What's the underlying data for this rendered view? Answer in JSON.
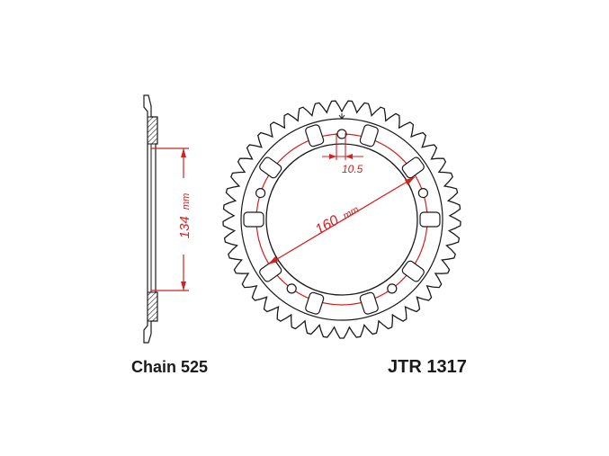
{
  "colors": {
    "outline": "#1a1a1a",
    "dimension": "#d42020",
    "hatch": "#1a1a1a"
  },
  "sprocket": {
    "teeth": 45,
    "bolt_holes": 5,
    "windows": 10
  },
  "dimensions": {
    "side_height": "134",
    "side_height_unit": "mm",
    "pcd": "160",
    "pcd_unit": "mm",
    "bolt_hole": "10.5"
  },
  "captions": {
    "chain": "Chain 525",
    "part_number": "JTR 1317"
  }
}
